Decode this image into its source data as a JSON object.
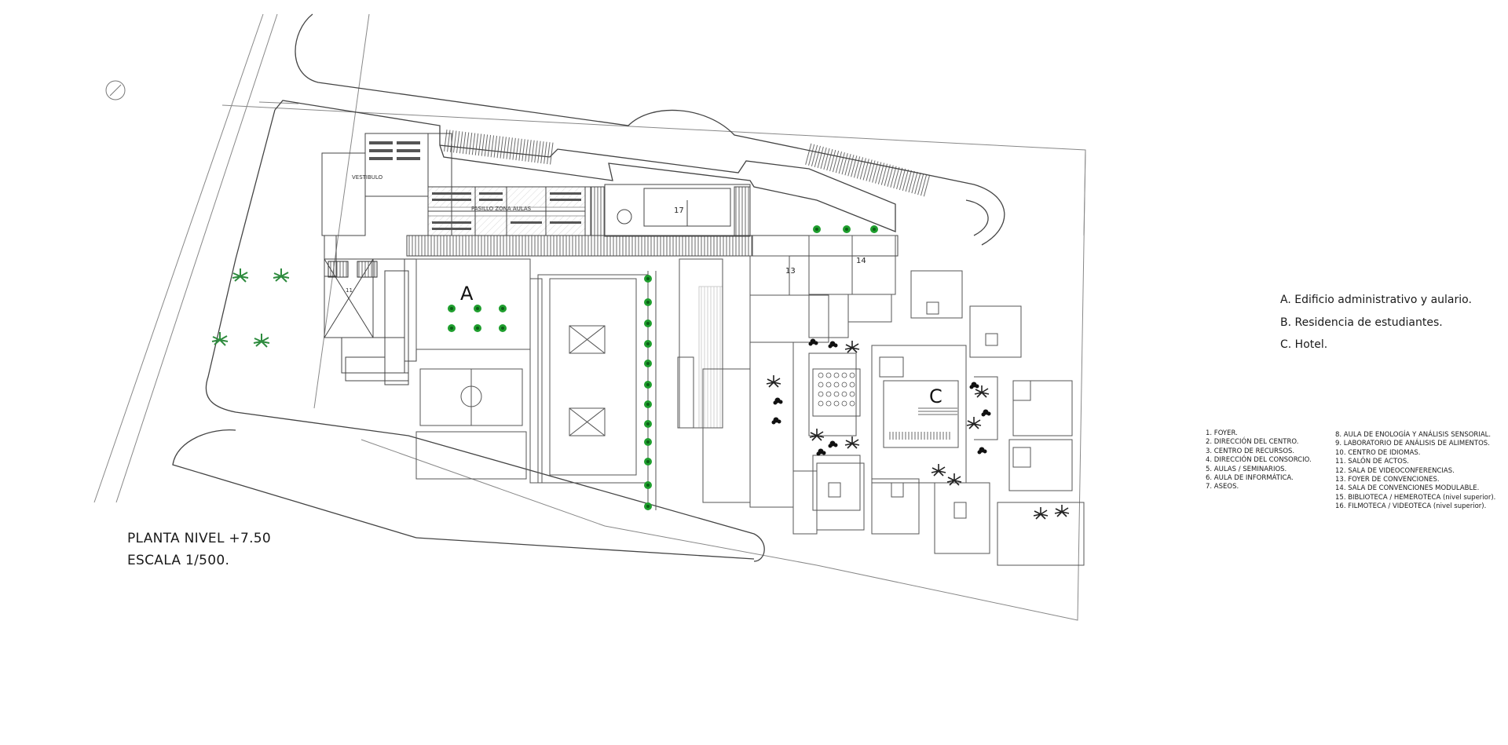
{
  "title": {
    "level": "PLANTA NIVEL +7.50",
    "scale": "ESCALA 1/500."
  },
  "building_legend": [
    "A. Edificio administrativo y aulario.",
    "B. Residencia de estudiantes.",
    "C. Hotel."
  ],
  "rooms_legend_left": [
    "1. FOYER.",
    "2. DIRECCIÓN DEL CENTRO.",
    "3. CENTRO DE RECURSOS.",
    "4. DIRECCIÓN DEL CONSORCIO.",
    "5. AULAS / SEMINARIOS.",
    "6. AULA DE INFORMÁTICA.",
    "7. ASEOS."
  ],
  "rooms_legend_right": [
    "8. AULA DE ENOLOGÍA Y ANÁLISIS SENSORIAL.",
    "9. LABORATORIO DE ANÁLISIS DE ALIMENTOS.",
    "10. CENTRO DE IDIOMAS.",
    "11. SALÓN DE ACTOS.",
    "12. SALA DE VIDEOCONFERENCIAS.",
    "13. FOYER DE CONVENCIONES.",
    "14. SALA DE CONVENCIONES MODULABLE.",
    "15. BIBLIOTECA / HEMEROTECA (nivel superior).",
    "16. FILMOTECA / VIDEOTECA (nivel superior)."
  ],
  "plan_labels": {
    "building_a": "A",
    "building_c": "C",
    "room_17": "17",
    "room_14": "14",
    "room_13": "13",
    "room_11": "11",
    "vestibulo": "VESTIBULO",
    "corridor": "PASILLO ZONA AULAS"
  },
  "colors": {
    "line": "#555555",
    "tree": "#1f9e2e",
    "palm": "#2e8b3e",
    "dark": "#222222"
  },
  "icons": [
    "north-arrow-icon",
    "tree-icon",
    "palm-icon"
  ]
}
